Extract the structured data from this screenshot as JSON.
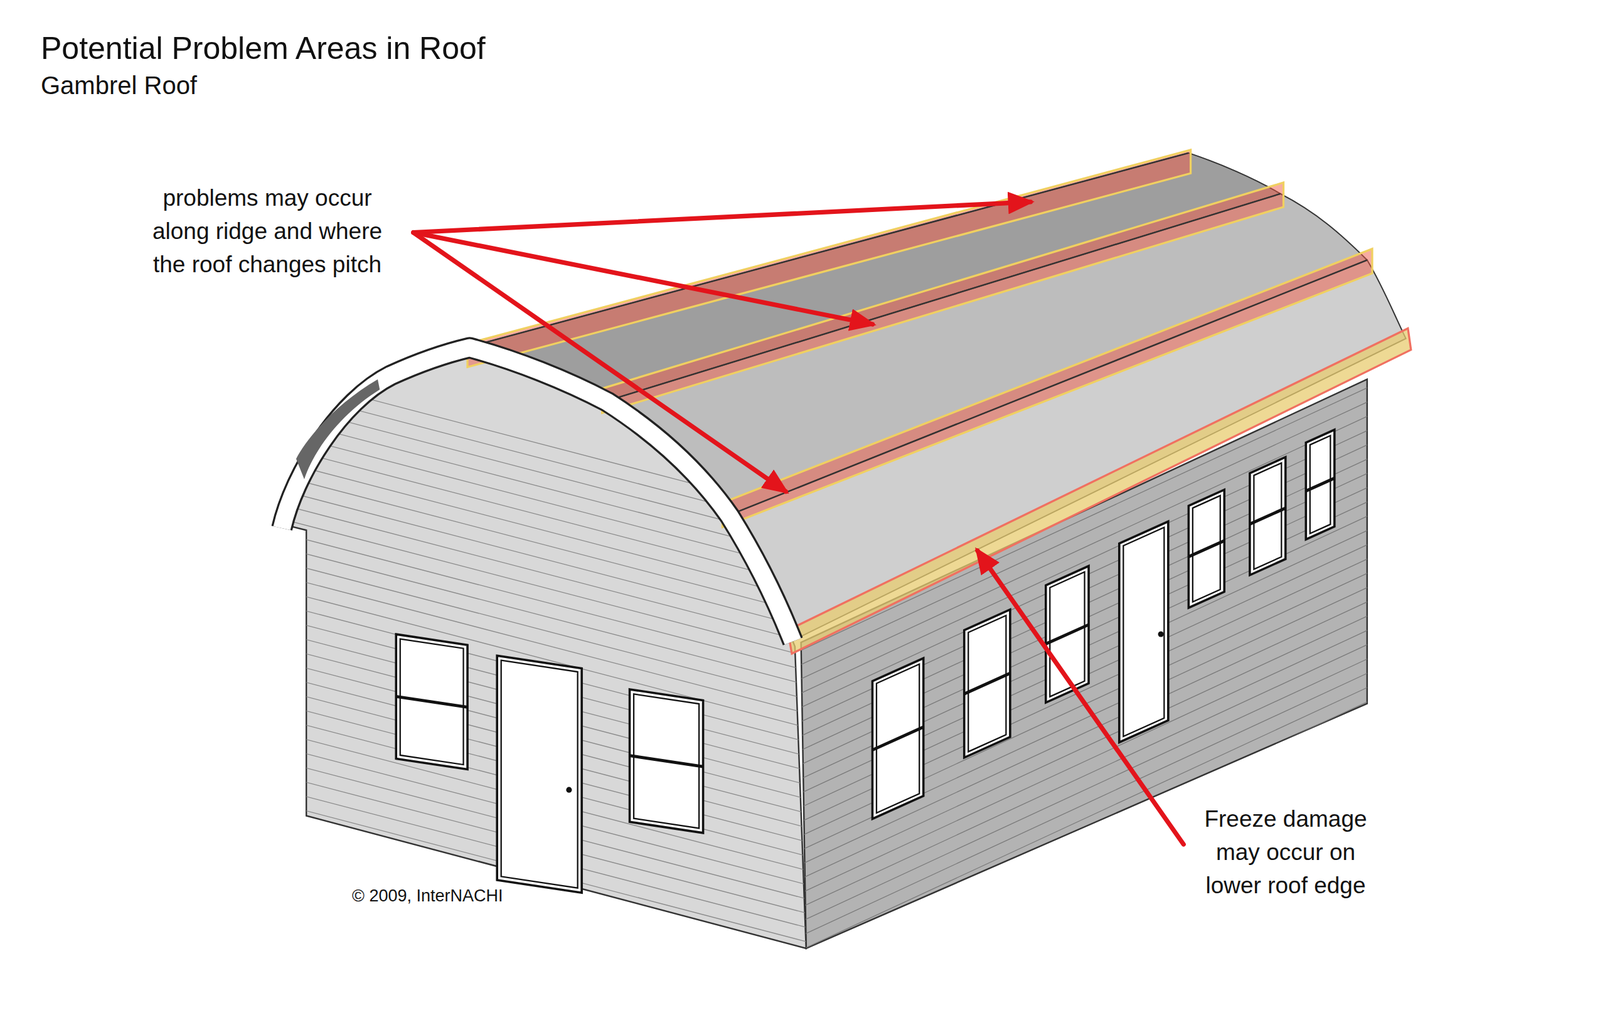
{
  "diagram": {
    "title": "Potential Problem Areas in Roof",
    "labels": [
      "Gambrel Roof",
      "problems may occur along ridge and where the roof changes pitch",
      "Freeze damage may occur on lower roof edge",
      "© 2009, InterNACHI"
    ]
  }
}
